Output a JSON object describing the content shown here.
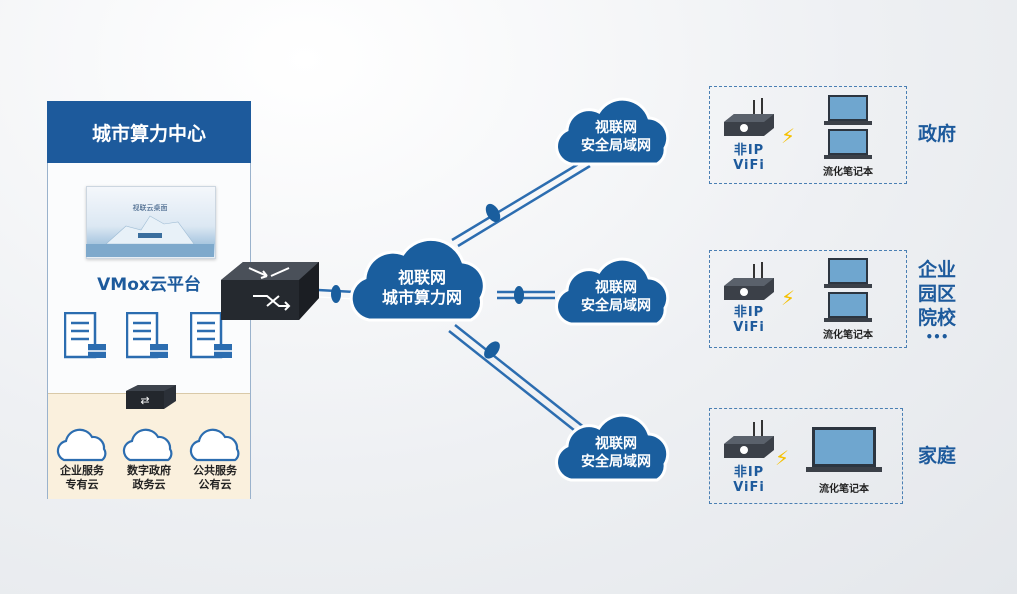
{
  "center": {
    "title": "城市算力中心",
    "desktop_title": "视联云桌面",
    "platform": "VMox云平台",
    "clouds": [
      {
        "line1": "企业服务",
        "line2": "专有云"
      },
      {
        "line1": "数字政府",
        "line2": "政务云"
      },
      {
        "line1": "公共服务",
        "line2": "公有云"
      }
    ]
  },
  "core_network": {
    "line1": "视联网",
    "line2": "城市算力网"
  },
  "branches": [
    {
      "lan_line1": "视联网",
      "lan_line2": "安全局域网",
      "wifi_line1": "非IP",
      "wifi_line2": "ViFi",
      "device": "流化笔记本",
      "site_lines": [
        "政府"
      ]
    },
    {
      "lan_line1": "视联网",
      "lan_line2": "安全局域网",
      "wifi_line1": "非IP",
      "wifi_line2": "ViFi",
      "device": "流化笔记本",
      "site_lines": [
        "企业",
        "园区",
        "院校"
      ],
      "site_more": "•••"
    },
    {
      "lan_line1": "视联网",
      "lan_line2": "安全局域网",
      "wifi_line1": "非IP",
      "wifi_line2": "ViFi",
      "device": "流化笔记本",
      "site_lines": [
        "家庭"
      ]
    }
  ],
  "colors": {
    "brand_blue": "#1d5a9c",
    "cloud_blue": "#1a5e9e",
    "link_blue": "#2c6db0",
    "tier_bg": "#faf0dd"
  }
}
